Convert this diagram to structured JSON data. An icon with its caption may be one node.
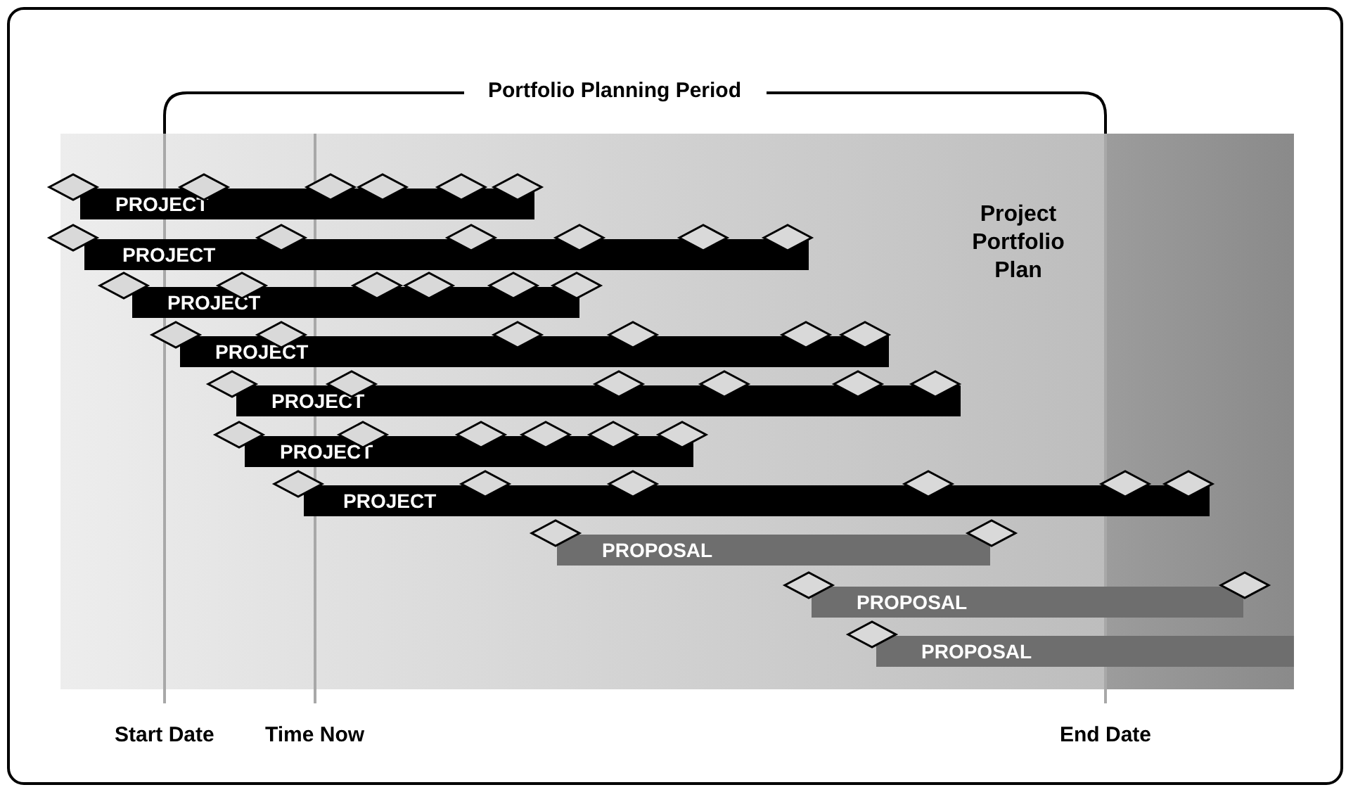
{
  "diagram": {
    "nodes": [
      {
        "text": [
          "PROJECT"
        ]
      },
      {
        "text": [
          "PROJECT"
        ]
      },
      {
        "text": [
          "PROJECT"
        ]
      },
      {
        "text": [
          "PROJECT"
        ]
      },
      {
        "text": [
          "PROJECT"
        ]
      },
      {
        "text": [
          "PROJECT"
        ]
      },
      {
        "text": [
          "PROJECT"
        ]
      },
      {
        "text": [
          "PROPOSAL"
        ]
      },
      {
        "text": [
          "PROPOSAL"
        ]
      },
      {
        "text": [
          "PROPOSAL"
        ]
      }
    ],
    "labels": [
      "Portfolio Planning Period",
      "Project Portfolio Plan",
      "Start Date",
      "Time Now",
      "End Date"
    ]
  }
}
